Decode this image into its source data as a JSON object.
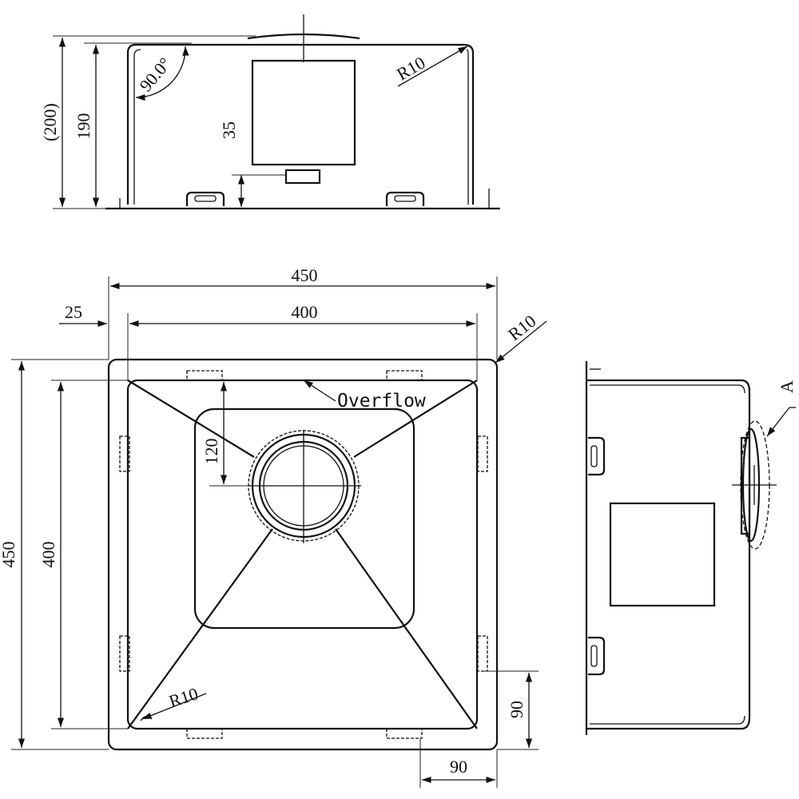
{
  "labels": {
    "front_height_total": "(200)",
    "front_height_bowl": "190",
    "front_angle": "90.0°",
    "front_radius": "R10",
    "front_overflow_height": "35",
    "plan_outer_width": "450",
    "plan_inner_width": "400",
    "plan_flange": "25",
    "plan_outer_radius": "R10",
    "plan_overflow": "Overflow",
    "plan_drain_offset": "120",
    "plan_outer_height": "450",
    "plan_inner_height": "400",
    "plan_corner_radius": "R10",
    "plan_clip_vertical": "90",
    "plan_clip_horizontal": "90",
    "side_detail": "A"
  },
  "colors": {
    "line": "#111111",
    "background": "#ffffff"
  }
}
